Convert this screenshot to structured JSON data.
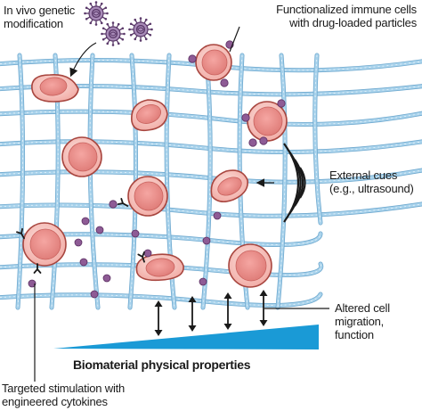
{
  "labels": {
    "in_vivo": [
      "In vivo genetic",
      "modification"
    ],
    "functionalized": [
      "Functionalized immune cells",
      "with drug-loaded particles"
    ],
    "external_cues": [
      "External cues",
      "(e.g., ultrasound)"
    ],
    "altered": [
      "Altered cell",
      "migration,",
      "function"
    ],
    "biomaterial": "Biomaterial physical properties",
    "targeted": [
      "Targeted stimulation with",
      "engineered cytokines"
    ]
  },
  "colors": {
    "fiber": "#a9d3ec",
    "fiber_edge": "#6fa9cf",
    "cell_body": "#f4b9b3",
    "cell_edge": "#a8463f",
    "nucleus": "#ea8a86",
    "particle": "#8e5b95",
    "particle_edge": "#5b2f62",
    "virus": "#a88bb8",
    "wedge": "#1a9ad6",
    "text": "#1a1a1a"
  },
  "icons": [
    "virus-icon",
    "arrow-icon",
    "ultrasound-wave-icon",
    "double-arrow-icon",
    "receptor-icon"
  ]
}
